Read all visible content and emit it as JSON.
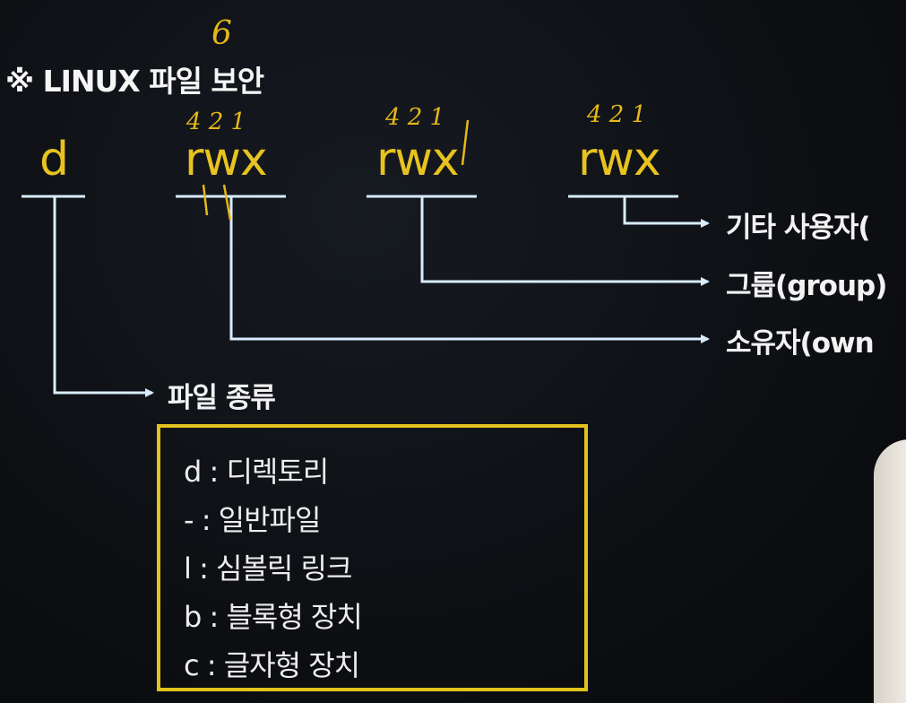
{
  "title": "※ LINUX 파일 보안",
  "file_type_char": "d",
  "permission_groups": [
    {
      "text": "rwx",
      "weights": "4 2 1"
    },
    {
      "text": "rwx",
      "weights": "4 2 1"
    },
    {
      "text": "rwx",
      "weights": "4 2 1"
    }
  ],
  "annotations": {
    "owner_total": "6",
    "owner_marks": "1 1"
  },
  "labels": {
    "others": "기타 사용자(",
    "group": "그룹(group)",
    "owner": "소유자(own",
    "file_type": "파일 종류"
  },
  "legend": [
    "d : 디렉토리",
    "- : 일반파일",
    "l : 심볼릭 링크",
    "b : 블록형 장치",
    "c : 글자형 장치"
  ],
  "colors": {
    "accent_yellow": "#e8c31f",
    "line_blue": "#cfe8ff",
    "text_white": "#f2f2f2",
    "background": "#0d0f13"
  }
}
